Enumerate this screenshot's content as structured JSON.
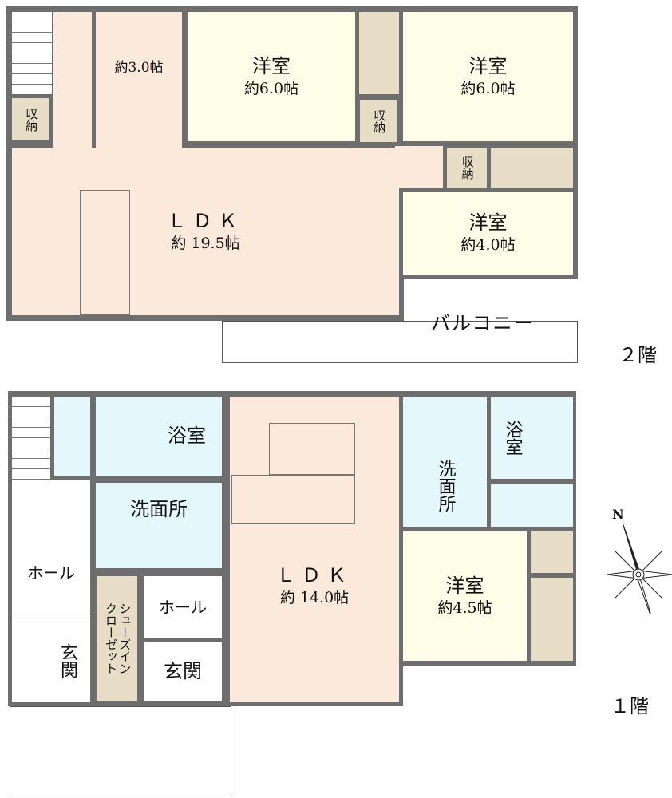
{
  "colors": {
    "wall": "#6e6e6e",
    "ldk": "#fbeadc",
    "western": "#fdfde8",
    "storage": "#e7ddc6",
    "wet": "#e4f7fb"
  },
  "floor2": {
    "label": "２階",
    "ldk": {
      "name": "ＬＤＫ",
      "area": "約 19.5帖"
    },
    "room_small": {
      "area": "約3.0帖"
    },
    "western_left": {
      "name": "洋室",
      "area": "約6.0帖"
    },
    "western_right": {
      "name": "洋室",
      "area": "約6.0帖"
    },
    "western_small": {
      "name": "洋室",
      "area": "約4.0帖"
    },
    "storage_left": "収納",
    "storage_mid": "収納",
    "storage_right": "収納",
    "balcony": "バルコニー"
  },
  "floor1": {
    "label": "１階",
    "ldk": {
      "name": "ＬＤＫ",
      "area": "約 14.0帖"
    },
    "bath_left": "浴室",
    "washroom_left": "洗面所",
    "hall_left": "ホール",
    "hall_right": "ホール",
    "entrance_left": "玄関",
    "entrance_right": "玄関",
    "shoe_closet_col1": "シューズイン",
    "shoe_closet_col2": "クローゼット",
    "washroom_right": "洗面所",
    "bath_right": "浴室",
    "western": {
      "name": "洋室",
      "area": "約4.5帖"
    }
  },
  "compass": {
    "north_label": "N"
  }
}
